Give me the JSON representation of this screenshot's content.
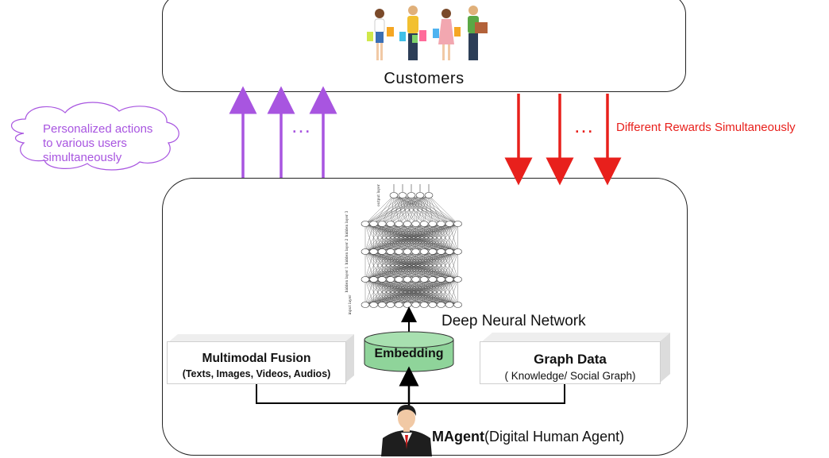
{
  "customers": {
    "label": "Customers"
  },
  "actions": {
    "cloud_lines": [
      "Personalized actions",
      "to various users",
      "simultaneously"
    ],
    "ellipsis": "…",
    "color": "#a855e0"
  },
  "rewards": {
    "label": "Different Rewards Simultaneously",
    "ellipsis": "…",
    "color": "#e8201c"
  },
  "network": {
    "label": "Deep Neural Network",
    "layer_labels": [
      "output layer",
      "hidden layer 3",
      "hidden layer 2",
      "hidden layer 1",
      "input layer"
    ]
  },
  "fusion": {
    "title": "Multimodal Fusion",
    "subtitle": "(Texts, Images, Videos, Audios)"
  },
  "embedding": {
    "label": "Embedding",
    "color": "#8fd49a"
  },
  "graph": {
    "title": "Graph Data",
    "subtitle": "( Knowledge/ Social Graph)"
  },
  "agent": {
    "name": "MAgent",
    "description": "(Digital Human Agent)"
  }
}
